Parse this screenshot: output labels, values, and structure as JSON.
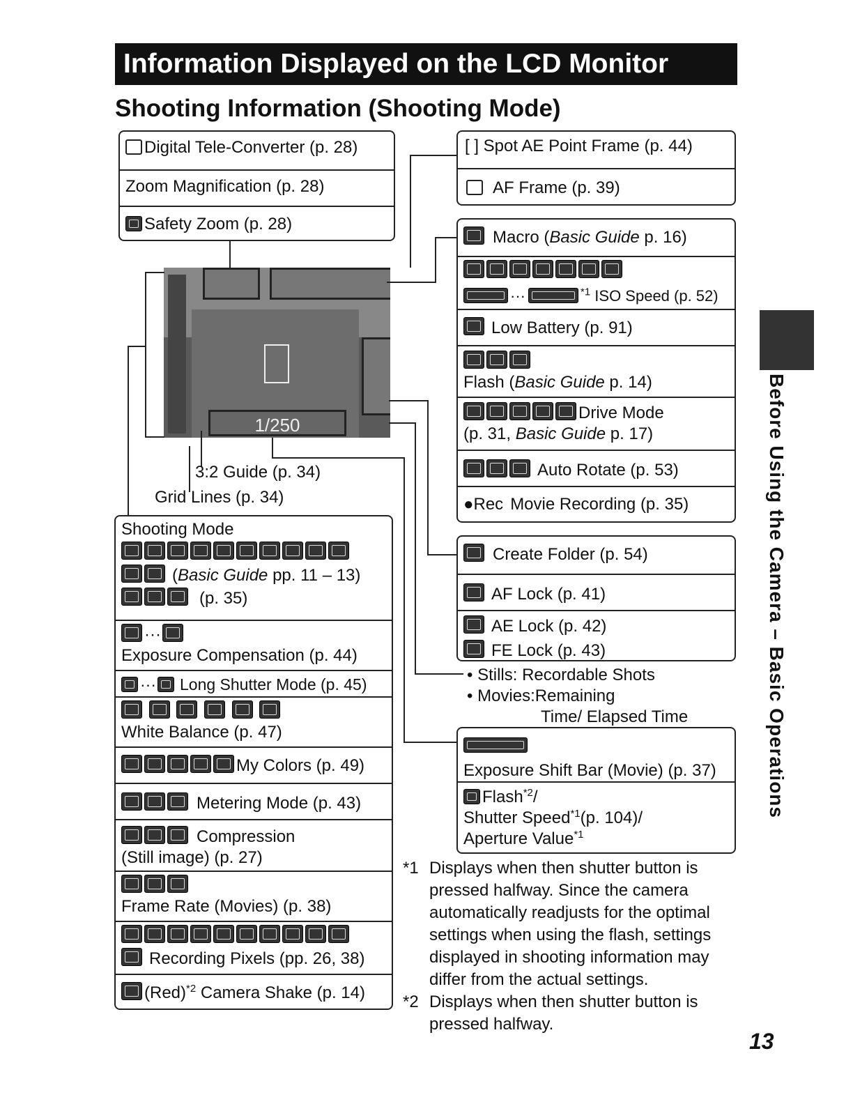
{
  "title": "Information Displayed on the LCD Monitor",
  "subtitle": "Shooting Information (Shooting Mode)",
  "top_left": [
    "Digital Tele-Converter (p. 28)",
    "Zoom Magnification (p. 28)",
    "Safety Zoom (p. 28)"
  ],
  "top_right": [
    "[ ] Spot AE Point Frame (p. 44)",
    "AF Frame (p. 39)"
  ],
  "lcd_readout": "1/250",
  "guide_32": "3:2 Guide (p. 34)",
  "grid_lines": "Grid Lines (p. 34)",
  "right_list": {
    "macro_a": "Macro (",
    "macro_em": "Basic Guide",
    "macro_b": " p. 16)",
    "iso_dots": "···",
    "iso_sup": "*1",
    "iso_label": " ISO Speed (p. 52)",
    "low_battery": "Low Battery (p. 91)",
    "flash_a": "Flash (",
    "flash_em": "Basic Guide",
    "flash_b": " p. 14)",
    "drive_a": "Drive Mode",
    "drive_b": "(p. 31, ",
    "drive_em": "Basic Guide",
    "drive_c": " p. 17)",
    "auto_rotate": "Auto Rotate (p. 53)",
    "rec_glyph": "●Rec",
    "rec_label": "Movie Recording (p. 35)"
  },
  "lock_list": [
    "Create Folder (p. 54)",
    "AF Lock (p. 41)",
    "AE Lock (p. 42)",
    "FE Lock (p. 43)"
  ],
  "shots_notes": [
    "• Stills: Recordable Shots",
    "• Movies:Remaining",
    "Time/ Elapsed Time"
  ],
  "exposure_shift": "Exposure Shift Bar (Movie) (p. 37)",
  "flash_block": {
    "l1a": "Flash",
    "l1sup": "*2",
    "l1b": "/",
    "l2a": "Shutter Speed",
    "l2sup": "*1",
    "l2b": "(p. 104)/",
    "l3a": "Aperture Value",
    "l3sup": "*1"
  },
  "left_list": {
    "shooting_mode": "Shooting Mode",
    "sm_paren_a": "(",
    "sm_em": "Basic Guide",
    "sm_paren_b": " pp. 11 – 13)",
    "sm_p35": "(p. 35)",
    "ec_dots": "···",
    "ec_label": "Exposure Compensation (p. 44)",
    "ls_dots": "···",
    "ls_label": "Long Shutter Mode (p. 45)",
    "wb_label": "White Balance (p. 47)",
    "my_colors": "My Colors (p. 49)",
    "metering": "Metering Mode (p. 43)",
    "compression_a": "Compression",
    "compression_b": "(Still image) (p. 27)",
    "frame_rate": "Frame Rate (Movies) (p. 38)",
    "rec_pixels": "Recording Pixels (pp. 26, 38)",
    "shake_a": "(Red)",
    "shake_sup": "*2",
    "shake_b": " Camera Shake (p. 14)"
  },
  "footnotes": {
    "n1_mark": "*1",
    "n1_lines": [
      "Displays when then shutter button is",
      "pressed halfway. Since the camera",
      "automatically readjusts for the optimal",
      "settings when using the flash, settings",
      "displayed in shooting information may",
      "differ from the actual settings."
    ],
    "n2_mark": "*2",
    "n2_lines": [
      "Displays when then shutter button is",
      "pressed halfway."
    ]
  },
  "side_tab": "Before Using the Camera – Basic Operations",
  "page_number": "13"
}
